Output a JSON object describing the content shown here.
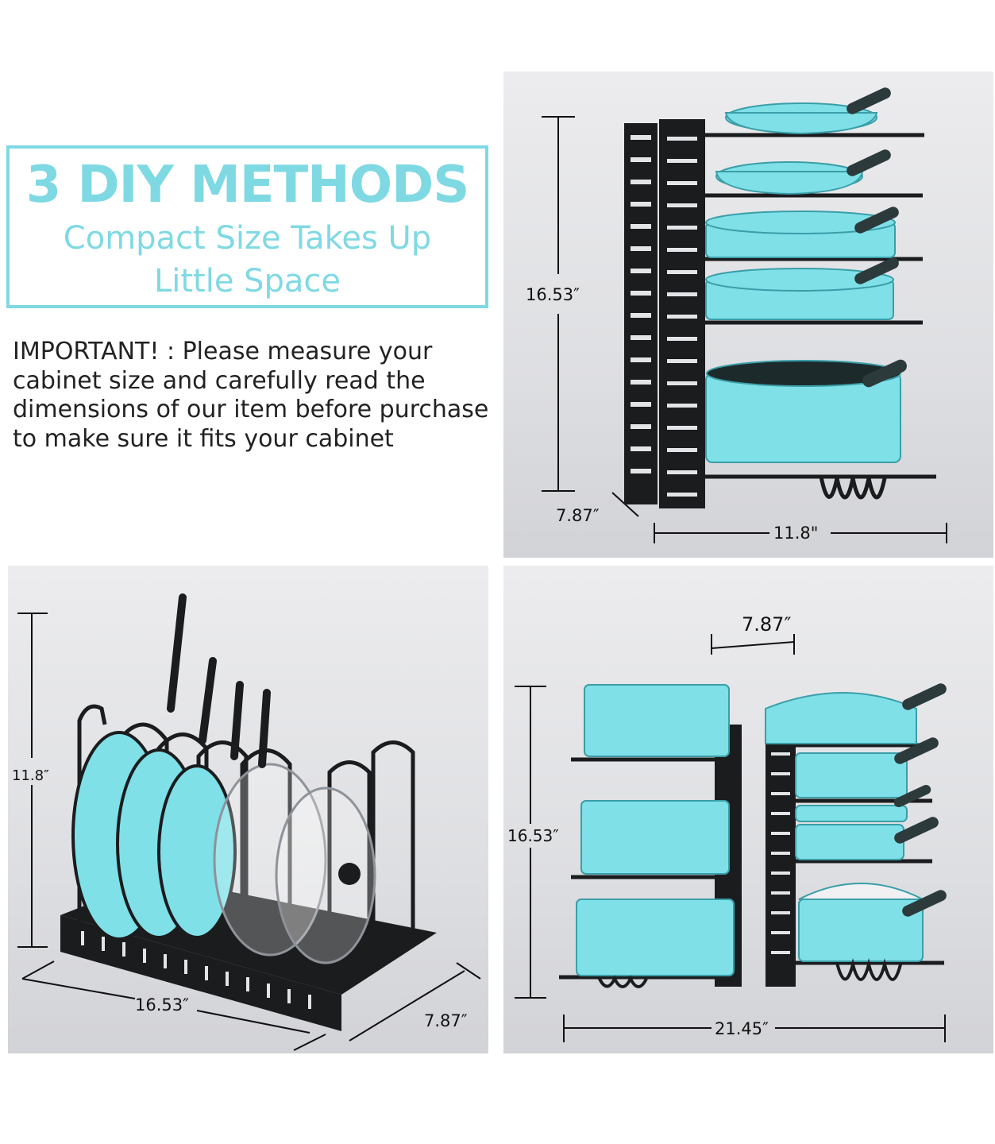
{
  "headline": {
    "title": "3 DIY METHODS",
    "subtitle_line1": "Compact Size Takes Up",
    "subtitle_line2": "Little Space"
  },
  "notice": {
    "text": "IMPORTANT! : Please measure your cabinet size and carefully read the dimensions of our item before purchase to make sure it fits your cabinet"
  },
  "panels": {
    "vertical_rack": {
      "height": "16.53″",
      "depth": "7.87″",
      "width": "11.8\""
    },
    "horizontal_rack": {
      "height": "11.8″",
      "length": "16.53″",
      "width": "7.87″"
    },
    "double_rack": {
      "top_width": "7.87″",
      "height": "16.53″",
      "width": "21.45″"
    }
  },
  "colors": {
    "accent": "#7fd9e3",
    "pan": "#7fe0e8",
    "rack": "#1b1c1e",
    "panel_bg": "#e3e4e7"
  }
}
